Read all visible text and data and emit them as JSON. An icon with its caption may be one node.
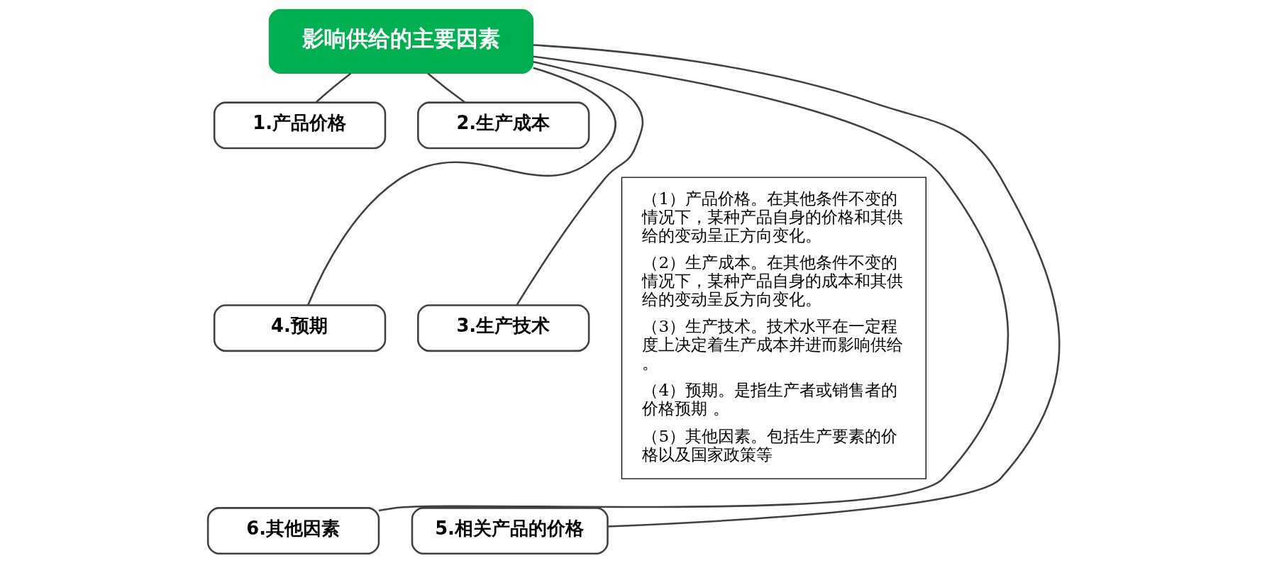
{
  "diagram": {
    "nodes": [
      {
        "text": [
          "影响供给的主要因素"
        ]
      },
      {
        "text": [
          "1.产品价格"
        ]
      },
      {
        "text": [
          "2.生产成本"
        ]
      },
      {
        "text": [
          "4.预期"
        ]
      },
      {
        "text": [
          "3.生产技术"
        ]
      },
      {
        "text": [
          "6.其他因素"
        ]
      },
      {
        "text": [
          "5.相关产品的价格"
        ]
      },
      {
        "text": [
          "（1）产品价格。在其他条件不变的情况下，某种产品自身的价格和其供给的变动呈正方向变化。",
          "（2）生产成本。在其他条件不变的情况下，某种产品自身的成本和其供给的变动呈反方向变化。",
          "（3）生产技术。技术水平在一定程度上决定着生产成本并进而影响供给。",
          "（4）预期。是指生产者或销售者的价格预期 。",
          "（5）其他因素。包括生产要素的价格以及国家政策等"
        ]
      }
    ],
    "edges": [
      {
        "from": 0,
        "to": 1,
        "arrow": "none"
      },
      {
        "from": 0,
        "to": 2,
        "arrow": "none"
      },
      {
        "from": 0,
        "to": 3,
        "arrow": "none"
      },
      {
        "from": 0,
        "to": 4,
        "arrow": "none"
      },
      {
        "from": 0,
        "to": 5,
        "arrow": "none"
      },
      {
        "from": 0,
        "to": 6,
        "arrow": "none"
      }
    ]
  }
}
